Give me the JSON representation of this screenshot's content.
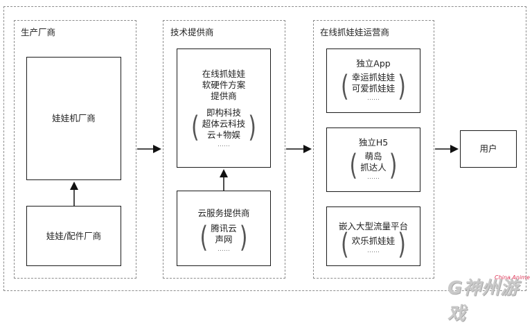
{
  "sections": {
    "producer": "生产厂商",
    "tech": "技术提供商",
    "operator": "在线抓娃娃运营商"
  },
  "boxes": {
    "claw_maker": "娃娃机厂商",
    "parts_maker": "娃娃/配件厂商",
    "online_solution": [
      "在线抓娃娃",
      "软硬件方案",
      "提供商"
    ],
    "online_solution_examples": [
      "即构科技",
      "超体云科技",
      "云+物娱"
    ],
    "cloud_provider": "云服务提供商",
    "cloud_examples": [
      "腾讯云",
      "声网"
    ],
    "standalone_app": "独立App",
    "standalone_app_examples": [
      "幸运抓娃娃",
      "可爱抓娃娃"
    ],
    "standalone_h5": "独立H5",
    "standalone_h5_examples": [
      "萌岛",
      "抓达人"
    ],
    "embedded_platform": "嵌入大型流量平台",
    "embedded_examples": [
      "欢乐抓娃娃"
    ],
    "user": "用户",
    "ellipsis": "……"
  },
  "watermark": {
    "text": "G神州游戏",
    "sub": "China Anime"
  },
  "icons": [
    "arrow-right-icon",
    "arrow-up-icon"
  ]
}
